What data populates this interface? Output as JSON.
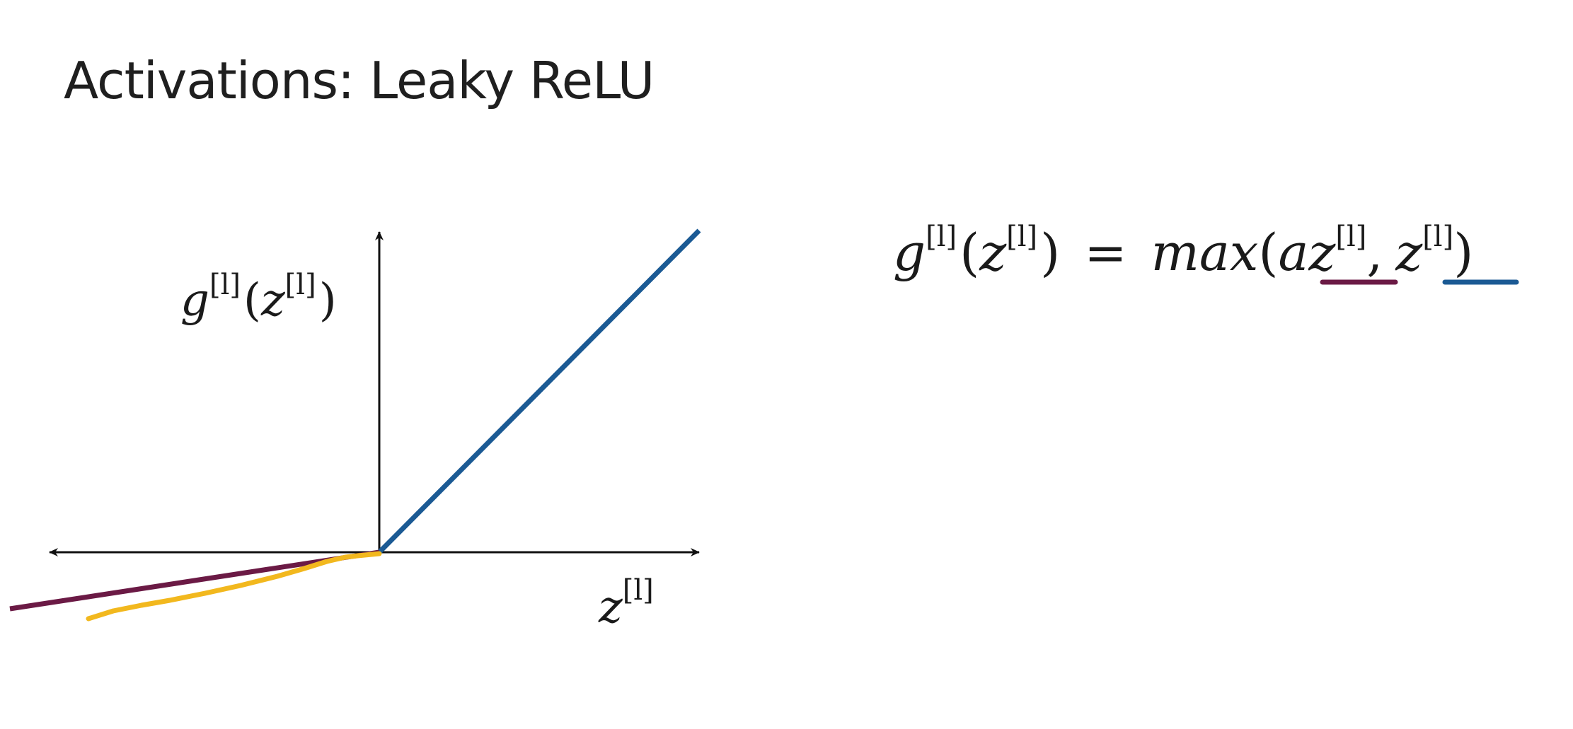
{
  "slide": {
    "title": "Activations: Leaky ReLU"
  },
  "graph": {
    "y_axis_label": {
      "base": "g",
      "sup": "[l]",
      "open": "(",
      "arg": "z",
      "arg_sup": "[l]",
      "close": ")"
    },
    "x_axis_label": {
      "base": "z",
      "sup": "[l]"
    },
    "colors": {
      "axes": "#111111",
      "positive_line": "#1b5a94",
      "leaky_line": "#6b1a45",
      "highlight_line": "#f2b81e"
    }
  },
  "formula": {
    "lhs_base": "g",
    "lhs_sup": "[l]",
    "lhs_open": "(",
    "lhs_arg": "z",
    "lhs_arg_sup": "[l]",
    "lhs_close": ")",
    "equals": "=",
    "func": "max",
    "open": "(",
    "term1_coef": "a",
    "term1_var": "z",
    "term1_sup": "[l]",
    "comma": ",",
    "term2_var": "z",
    "term2_sup": "[l]",
    "close": ")",
    "underline_colors": {
      "term1": "#6b1a45",
      "term2": "#1b5a94"
    }
  }
}
